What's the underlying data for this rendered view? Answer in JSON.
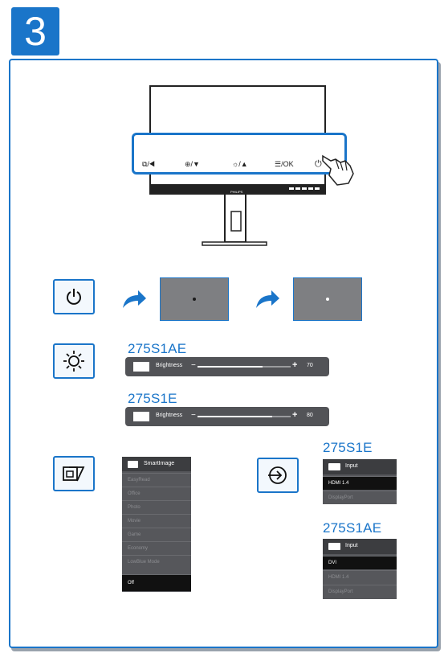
{
  "step_number": "3",
  "monitor": {
    "brand": "PHILIPS",
    "controls": [
      "⧉/◀",
      "⊕/▼",
      "☼/▲",
      "☰/OK",
      "⏻"
    ]
  },
  "icons": {
    "power": "power-icon",
    "brightness": "brightness-icon",
    "smartimage": "smartimage-icon",
    "input": "input-icon",
    "arrow": "curved-arrow-icon"
  },
  "brightness": [
    {
      "model": "275S1AE",
      "label": "Brightness",
      "value": "70",
      "level": 0.7
    },
    {
      "model": "275S1E",
      "label": "Brightness",
      "value": "80",
      "level": 0.8
    }
  ],
  "smartimage": {
    "title": "SmartImage",
    "items": [
      "EasyRead",
      "Office",
      "Photo",
      "Movie",
      "Game",
      "Economy",
      "LowBlue Mode",
      "Off"
    ],
    "selected": "Off"
  },
  "input_menus": [
    {
      "model": "275S1E",
      "title": "Input",
      "items": [
        "HDMI 1.4",
        "DisplayPort"
      ],
      "selected": "HDMI 1.4"
    },
    {
      "model": "275S1AE",
      "title": "Input",
      "items": [
        "DVI",
        "HDMI 1.4",
        "DisplayPort"
      ],
      "selected": "DVI"
    }
  ],
  "colors": {
    "accent": "#1a75c9",
    "osd_dark": "#525357",
    "screen_gray": "#7e7f82"
  }
}
